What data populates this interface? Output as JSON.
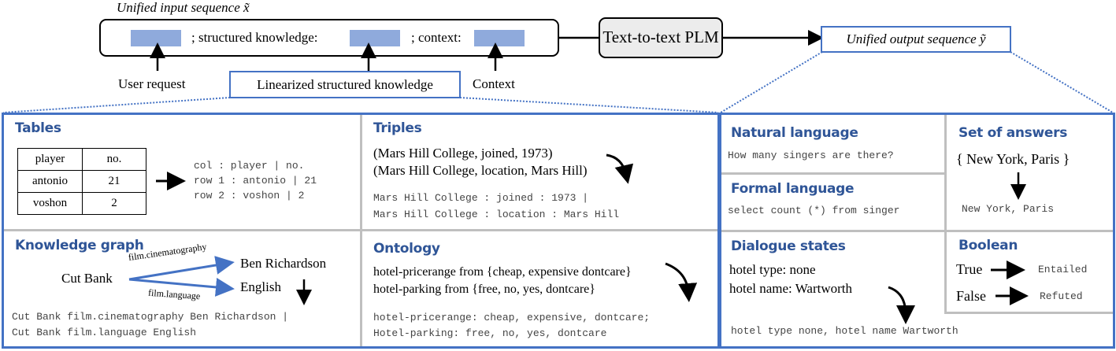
{
  "input": {
    "title": "Unified input sequence x̃",
    "seg_structured": "; structured knowledge:",
    "seg_context": "; context:",
    "label_user_request": "User request",
    "label_linearized": "Linearized structured knowledge",
    "label_context": "Context"
  },
  "model": {
    "label": "Text-to-text PLM"
  },
  "output": {
    "label": "Unified output sequence ỹ"
  },
  "colors": {
    "accent_blue": "#4472c4",
    "header_blue": "#2f5597",
    "swatch_blue": "#8faadc",
    "divider_grey": "#bfbfbf",
    "model_fill": "#ececec"
  },
  "panels": {
    "tables": {
      "title": "Tables",
      "header": [
        "player",
        "no."
      ],
      "rows": [
        [
          "antonio",
          "21"
        ],
        [
          "voshon",
          "2"
        ]
      ],
      "linearized": [
        "col : player | no.",
        "row 1 : antonio | 21",
        "row 2 : voshon | 2"
      ]
    },
    "triples": {
      "title": "Triples",
      "items": [
        "(Mars Hill College, joined, 1973)",
        "(Mars Hill College, location, Mars Hill)"
      ],
      "linearized": [
        "Mars Hill College : joined : 1973 |",
        "Mars Hill College : location : Mars Hill"
      ]
    },
    "knowledge_graph": {
      "title": "Knowledge graph",
      "subject": "Cut Bank",
      "edges": [
        {
          "relation": "film.cinematography",
          "object": "Ben Richardson"
        },
        {
          "relation": "film.language",
          "object": "English"
        }
      ],
      "linearized": [
        "Cut Bank film.cinematography Ben Richardson |",
        "Cut Bank film.language English"
      ]
    },
    "ontology": {
      "title": "Ontology",
      "items": [
        "hotel-pricerange from {cheap, expensive dontcare}",
        "hotel-parking from {free, no, yes, dontcare}"
      ],
      "linearized": [
        "hotel-pricerange: cheap, expensive, dontcare;",
        "Hotel-parking: free, no, yes, dontcare"
      ]
    },
    "natural_language": {
      "title": "Natural language",
      "example": "How many singers are there?"
    },
    "formal_language": {
      "title": "Formal language",
      "example": "select count (*) from singer"
    },
    "set_of_answers": {
      "title": "Set of answers",
      "set": "{ New York, Paris }",
      "linearized": "New York, Paris"
    },
    "dialogue_states": {
      "title": "Dialogue states",
      "items": [
        "hotel type: none",
        "hotel name: Wartworth"
      ],
      "linearized": "hotel type none, hotel name Wartworth"
    },
    "boolean": {
      "title": "Boolean",
      "mappings": [
        {
          "from": "True",
          "to": "Entailed"
        },
        {
          "from": "False",
          "to": "Refuted"
        }
      ]
    }
  }
}
